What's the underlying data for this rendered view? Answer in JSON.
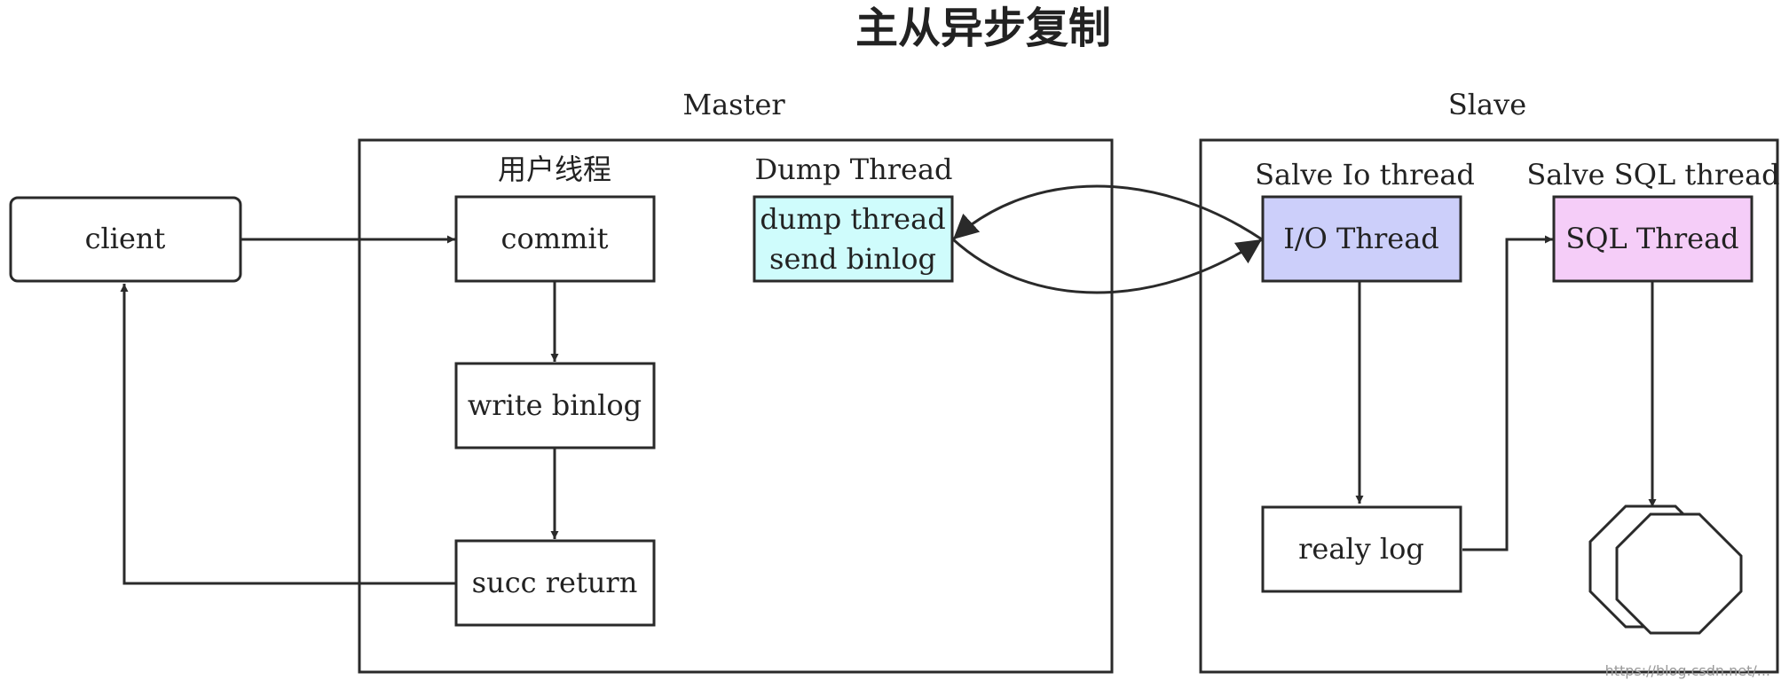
{
  "title": "主从异步复制",
  "groups": {
    "master": "Master",
    "slave": "Slave"
  },
  "labels": {
    "user_thread": "用户线程",
    "dump_thread": "Dump Thread",
    "salve_io_thread": "Salve Io thread",
    "salve_sql_thread": "Salve SQL thread"
  },
  "nodes": {
    "client": "client",
    "commit": "commit",
    "write_binlog": "write binlog",
    "succ_return": "succ return",
    "dump_line1": "dump thread",
    "dump_line2": "send binlog",
    "io_thread": "I/O Thread",
    "relay_log": "realy log",
    "sql_thread": "SQL Thread"
  },
  "colors": {
    "dump_fill": "#cffcfc",
    "io_fill": "#cccffa",
    "sql_fill": "#f5cdf8",
    "plain_fill": "#ffffff"
  },
  "watermark": "https://blog.csdn.net/..."
}
